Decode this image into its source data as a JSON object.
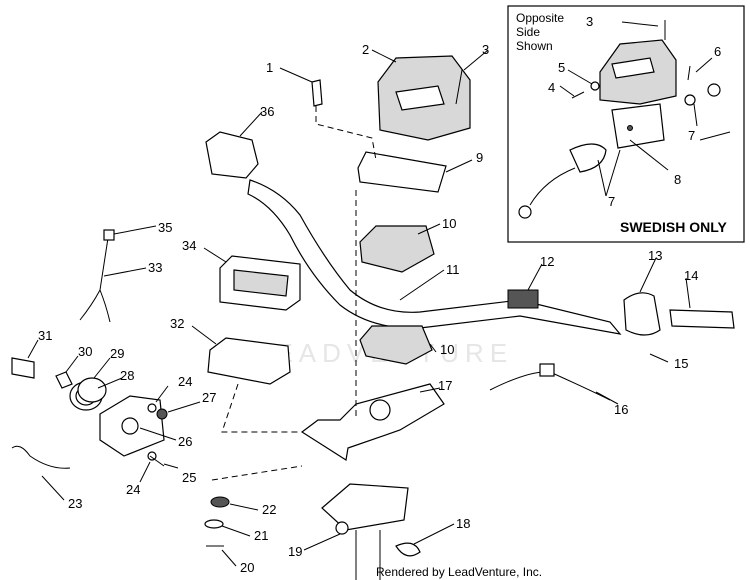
{
  "inset": {
    "line1": "Opposite",
    "line2": "Side",
    "line3": "Shown",
    "note": "SWEDISH ONLY"
  },
  "watermark": "LEADVENTURE",
  "footer": "Rendered by LeadVenture, Inc.",
  "labels": {
    "n1": "1",
    "n2": "2",
    "n3": "3",
    "n3b": "3",
    "n4": "4",
    "n5": "5",
    "n6": "6",
    "n7a": "7",
    "n7b": "7",
    "n8": "8",
    "n9": "9",
    "n10a": "10",
    "n10b": "10",
    "n11": "11",
    "n12": "12",
    "n13": "13",
    "n14": "14",
    "n15": "15",
    "n16": "16",
    "n17": "17",
    "n18": "18",
    "n19": "19",
    "n20": "20",
    "n21": "21",
    "n22": "22",
    "n23": "23",
    "n24a": "24",
    "n24b": "24",
    "n25": "25",
    "n26": "26",
    "n27": "27",
    "n28": "28",
    "n29": "29",
    "n30": "30",
    "n31": "31",
    "n32": "32",
    "n33": "33",
    "n34": "34",
    "n35": "35",
    "n36": "36"
  }
}
